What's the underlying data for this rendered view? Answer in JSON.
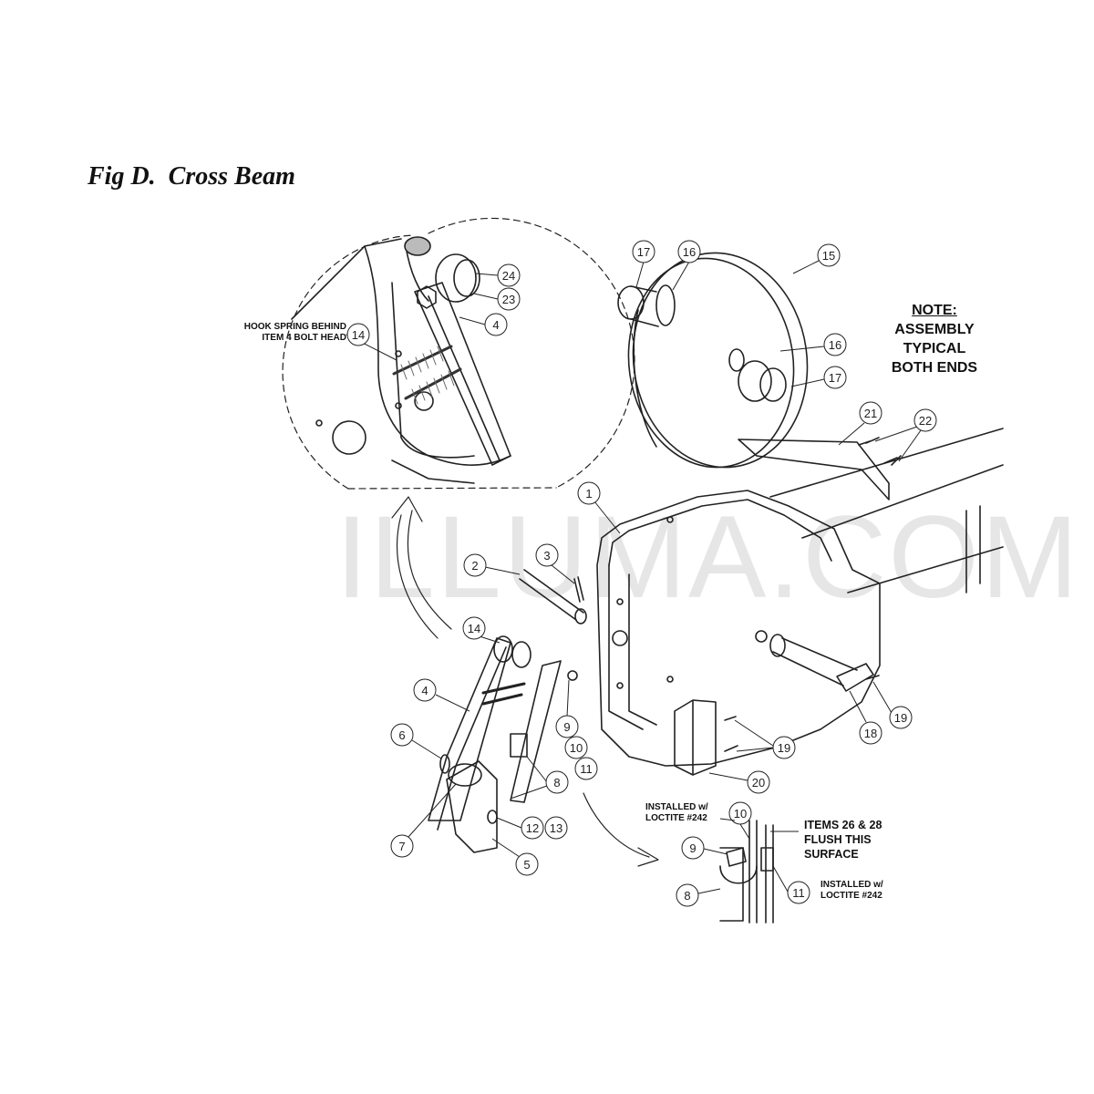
{
  "figure": {
    "title": "Fig D.  Cross Beam",
    "watermark": "ILLUMA.COM"
  },
  "note": {
    "heading": "NOTE:",
    "lines": [
      "ASSEMBLY",
      "TYPICAL",
      "BOTH ENDS"
    ]
  },
  "labels": {
    "hook_spring": [
      "HOOK SPRING BEHIND",
      "ITEM 4 BOLT HEAD"
    ],
    "installed_a": [
      "INSTALLED w/",
      "LOCTITE #242"
    ],
    "items_flush": [
      "ITEMS 26 & 28",
      "FLUSH THIS",
      "SURFACE"
    ],
    "installed_b": [
      "INSTALLED w/",
      "LOCTITE #242"
    ]
  },
  "callouts": [
    "17",
    "16",
    "15",
    "16",
    "17",
    "24",
    "23",
    "4",
    "14",
    "21",
    "22",
    "1",
    "2",
    "3",
    "14",
    "4",
    "6",
    "7",
    "5",
    "12",
    "13",
    "8",
    "9",
    "10",
    "11",
    "18",
    "19",
    "19",
    "20",
    "10",
    "9",
    "8",
    "11"
  ],
  "colors": {
    "line": "#222222",
    "watermark": "#e6e6e6"
  }
}
